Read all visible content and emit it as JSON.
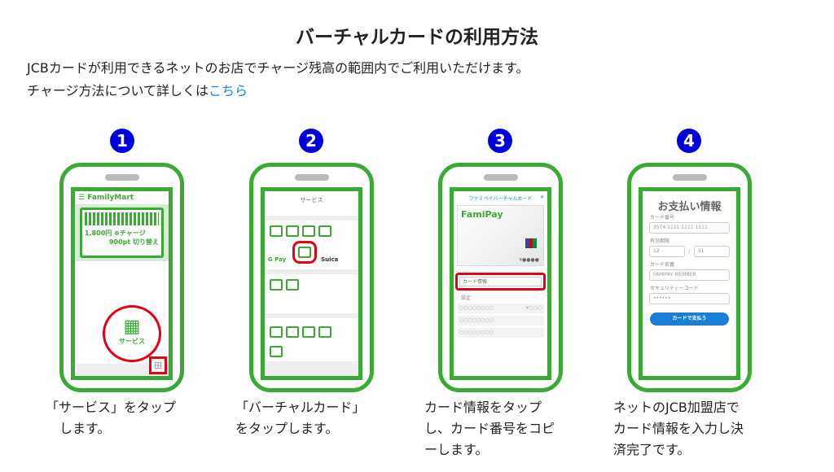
{
  "title": "バーチャルカードの利用方法",
  "intro": {
    "line1": "JCBカードが利用できるネットのお店でチャージ残高の範囲内でご利用いただけます。",
    "line2_prefix": "チャージ方法について詳しくは",
    "line2_link": "こちら"
  },
  "steps": [
    {
      "number": "1",
      "caption_line1": "「サービス」をタップ",
      "caption_line2": "します。",
      "screen": {
        "brand": "FamilyMart",
        "balance": "1,800円",
        "charge": "⊕チャージ",
        "points": "900pt",
        "switch": "切り替え",
        "service": "サービス"
      }
    },
    {
      "number": "2",
      "caption_line1": "「バーチャルカード」",
      "caption_line2": "をタップします。",
      "screen": {
        "header": "サービス",
        "gpay": "G Pay",
        "suica": "Suica"
      }
    },
    {
      "number": "3",
      "caption_line1": "カード情報をタップ",
      "caption_line2": "し、カード番号をコピ",
      "caption_line3": "ーします。",
      "screen": {
        "header": "ファミペイバーチャルカード",
        "close": "✕",
        "brand": "FamiPay",
        "balance": "¥●●●●",
        "card_info": "カード情報",
        "settings": "設定",
        "row1": "○○○○○○○○",
        "row1_value": "¥○○○",
        "row2": "○○○○○○○○",
        "row3": "○○○○○○○○"
      }
    },
    {
      "number": "4",
      "caption_line1": "ネットのJCB加盟店で",
      "caption_line2": "カード情報を入力し決",
      "caption_line3": "済完了です。",
      "screen": {
        "heading": "お支払い情報",
        "card_number_label": "カード番号",
        "card_number": "3574 1111 1111 1111",
        "expiry_label": "有効期限",
        "month": "12",
        "slash": "/",
        "year": "31",
        "name_label": "カード名義",
        "name": "FAMIPAY MEMBER",
        "cvc_label": "セキュリティーコード",
        "cvc": "••••••",
        "pay_button": "カードで支払う"
      }
    }
  ],
  "colors": {
    "green": "#3aaa35",
    "blue_number": "#0000dd",
    "highlight": "#e60012",
    "link": "#1a8ad4",
    "pay_button": "#1a7fd4"
  }
}
